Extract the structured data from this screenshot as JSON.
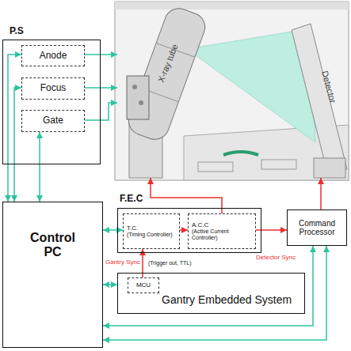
{
  "diagram": {
    "nodes": [
      {
        "text": [
          "P.S"
        ]
      },
      {
        "text": [
          "Anode"
        ],
        "in": 0
      },
      {
        "text": [
          "Focus"
        ],
        "in": 0
      },
      {
        "text": [
          "Gate"
        ],
        "in": 0
      },
      {
        "text": [
          "X-ray tube"
        ]
      },
      {
        "text": [
          "Detector"
        ]
      },
      {
        "text": [
          "F.E.C"
        ]
      },
      {
        "text": [
          "T.C.",
          "(Timing Controller)"
        ],
        "in": 6
      },
      {
        "text": [
          "A.C.C",
          "(Active Current Controller)"
        ],
        "in": 6
      },
      {
        "text": [
          "Control PC"
        ]
      },
      {
        "text": [
          "Command Processor"
        ]
      },
      {
        "text": [
          "Gantry Embedded System"
        ]
      },
      {
        "text": [
          "MCU"
        ],
        "in": 11
      }
    ],
    "edges": [
      {
        "from": 1,
        "to": 4,
        "arrow": "to"
      },
      {
        "from": 2,
        "to": 4,
        "arrow": "to"
      },
      {
        "from": 3,
        "to": 4,
        "arrow": "to"
      },
      {
        "from": 9,
        "to": 1,
        "arrow": "both"
      },
      {
        "from": 9,
        "to": 2,
        "arrow": "both"
      },
      {
        "from": 9,
        "to": 3,
        "arrow": "both"
      },
      {
        "from": 7,
        "to": 8,
        "arrow": "to"
      },
      {
        "from": 8,
        "to": 4,
        "arrow": "to"
      },
      {
        "from": 8,
        "to": 10,
        "label": "Detector Sync",
        "arrow": "to"
      },
      {
        "from": 10,
        "to": 5,
        "arrow": "to"
      },
      {
        "from": 12,
        "to": 7,
        "label": "Gantry Sync",
        "arrow": "to"
      },
      {
        "from": 9,
        "to": 7,
        "arrow": "both"
      },
      {
        "from": 9,
        "to": 11,
        "arrow": "both"
      },
      {
        "from": 9,
        "to": 10,
        "arrow": "both"
      },
      {
        "from": 9,
        "to": 10,
        "arrow": "both"
      }
    ],
    "labels": [
      "(Trigger out, TTL)"
    ]
  }
}
